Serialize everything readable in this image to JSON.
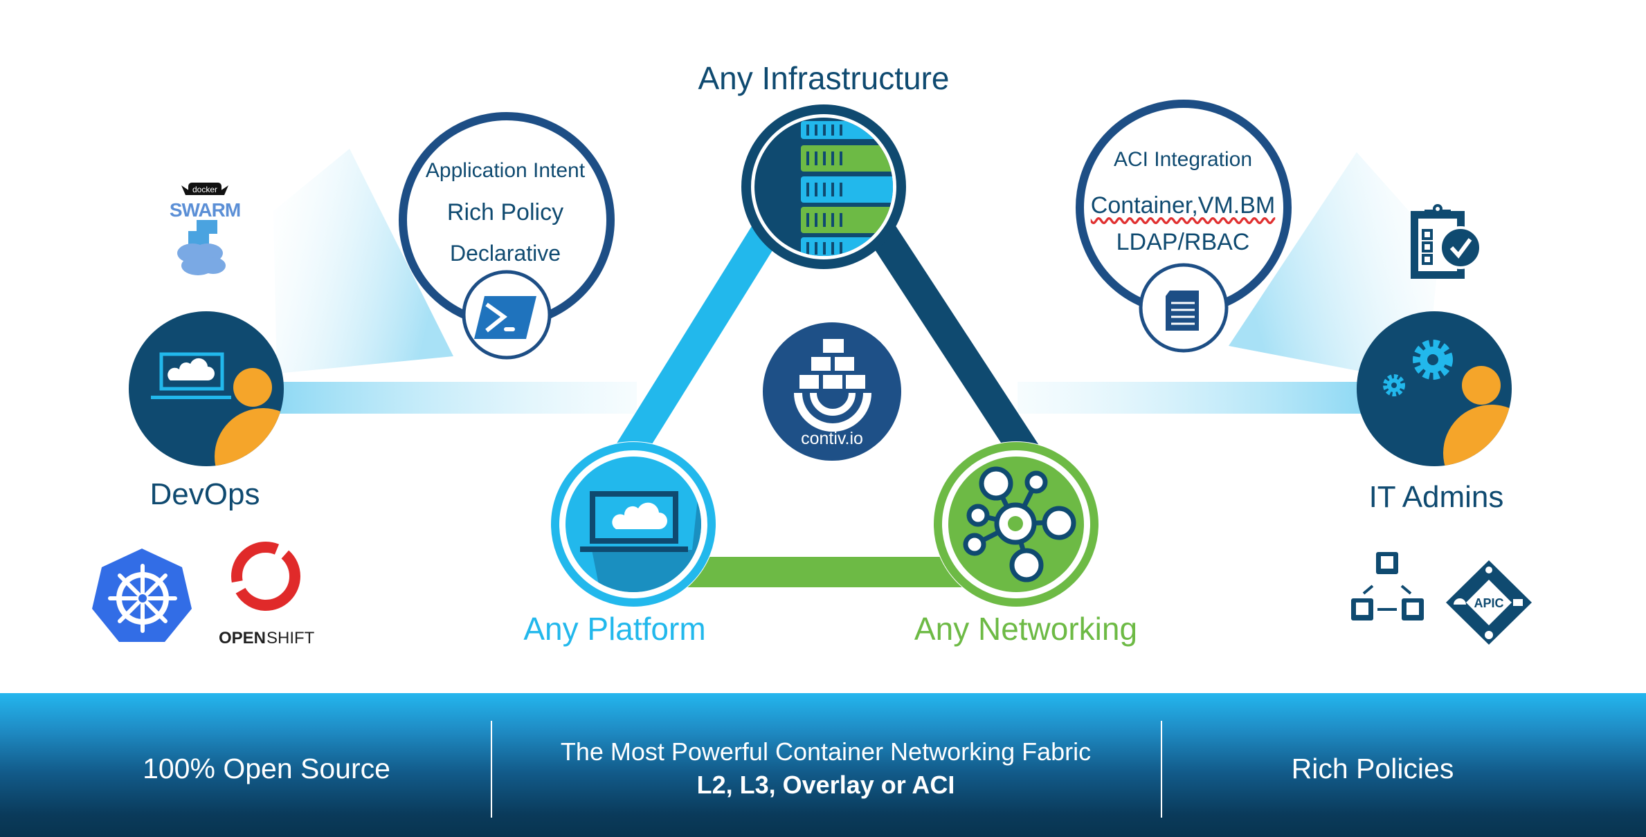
{
  "title": "Any Infrastructure",
  "corners": {
    "platform": "Any Platform",
    "networking": "Any Networking"
  },
  "center_logo": {
    "label": "contiv.io"
  },
  "personas": {
    "devops": "DevOps",
    "it_admins": "IT Admins"
  },
  "left_bubble": {
    "lines": [
      "Application Intent",
      "Rich Policy",
      "Declarative"
    ],
    "icon": "powershell-icon"
  },
  "right_bubble": {
    "lines": [
      "ACI Integration",
      "Container,VM.BM",
      "LDAP/RBAC"
    ],
    "icon": "document-icon"
  },
  "logos": {
    "docker_swarm": {
      "top": "docker",
      "bottom": "SWARM"
    },
    "openshift": {
      "bold": "OPEN",
      "light": "SHIFT"
    },
    "apic": "APIC"
  },
  "footer": {
    "left": "100% Open Source",
    "center_line1": "The Most Powerful Container Networking Fabric",
    "center_line2": "L2, L3, Overlay or ACI",
    "right": "Rich Policies"
  },
  "colors": {
    "navy": "#0f4a70",
    "light_blue": "#22b8ec",
    "green": "#6dba45",
    "orange": "#f5a52a",
    "bubble_border": "#1d4e85",
    "contiv_blue": "#1e5087"
  }
}
